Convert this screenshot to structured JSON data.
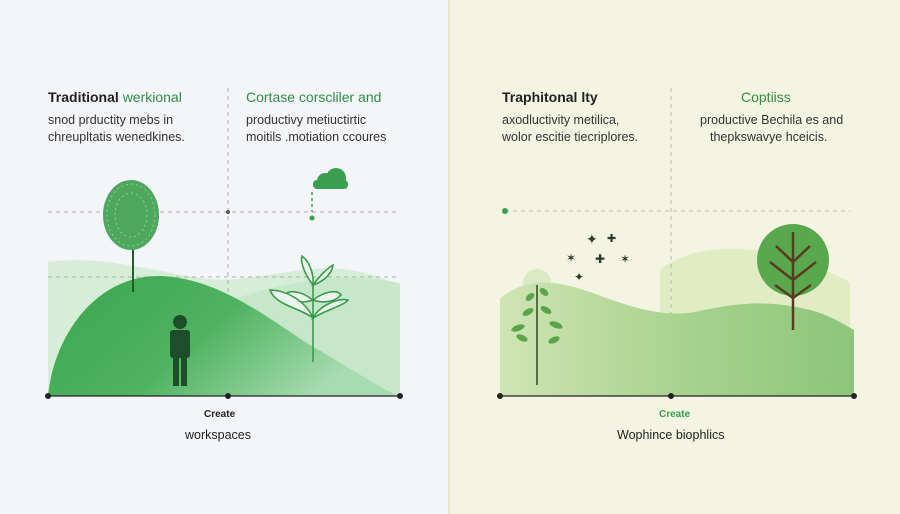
{
  "left": {
    "col1": {
      "heading_bold": "Traditional",
      "heading_light": "werkional",
      "lines": [
        "snod prductity mebs in",
        "chreupltatis wenedkines."
      ]
    },
    "col2": {
      "heading": "Cortase corscliler and",
      "lines": [
        "productivy metiuctirtic",
        "moitils .motiation ccoures"
      ]
    },
    "caption_label": "Create",
    "caption": "workspaces"
  },
  "right": {
    "col1": {
      "heading": "Traphitonal lty",
      "lines": [
        "axodluctivity metilica,",
        "wolor escitie tiecriplores."
      ]
    },
    "col2": {
      "heading": "Coptiiss",
      "lines": [
        "productive Bechila es and",
        "thepkswavye hceicis."
      ]
    },
    "caption_label": "Create",
    "caption": "Wophince biophlics"
  },
  "colors": {
    "left_bg": "#f4f5f9",
    "right_bg": "#f3f4e2",
    "accent_green": "#3aa04f",
    "dark_green": "#2e8f43"
  }
}
